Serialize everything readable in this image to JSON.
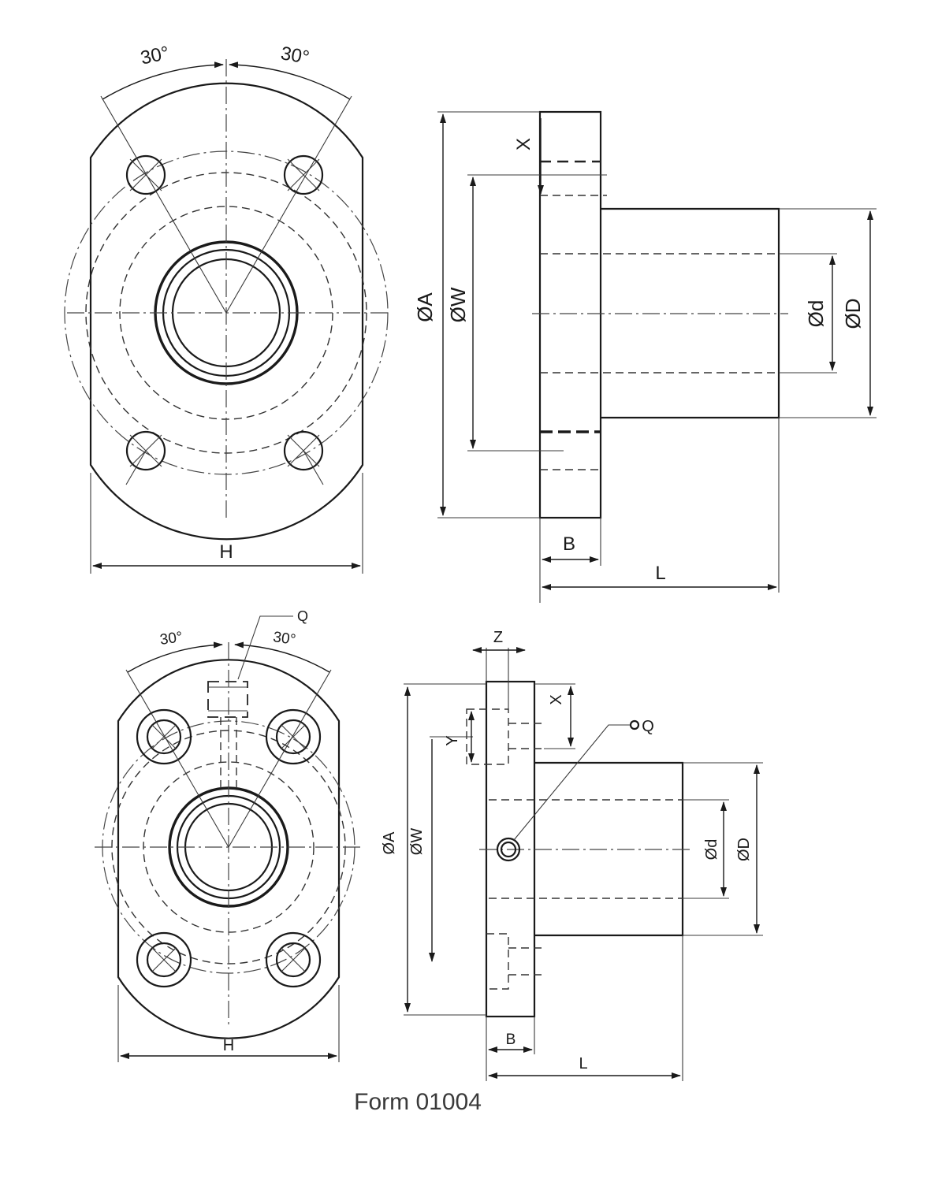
{
  "labels": {
    "angle_deg": "30°",
    "angle_deg_alt": "30°",
    "dim_H": "H",
    "dim_A": "ØA",
    "dim_W": "ØW",
    "dim_d": "Ød",
    "dim_D": "ØD",
    "dim_X": "X",
    "dim_Y": "Y",
    "dim_Z": "Z",
    "dim_B": "B",
    "dim_L": "L",
    "port_Q": "Q"
  },
  "caption": "Form 01004"
}
